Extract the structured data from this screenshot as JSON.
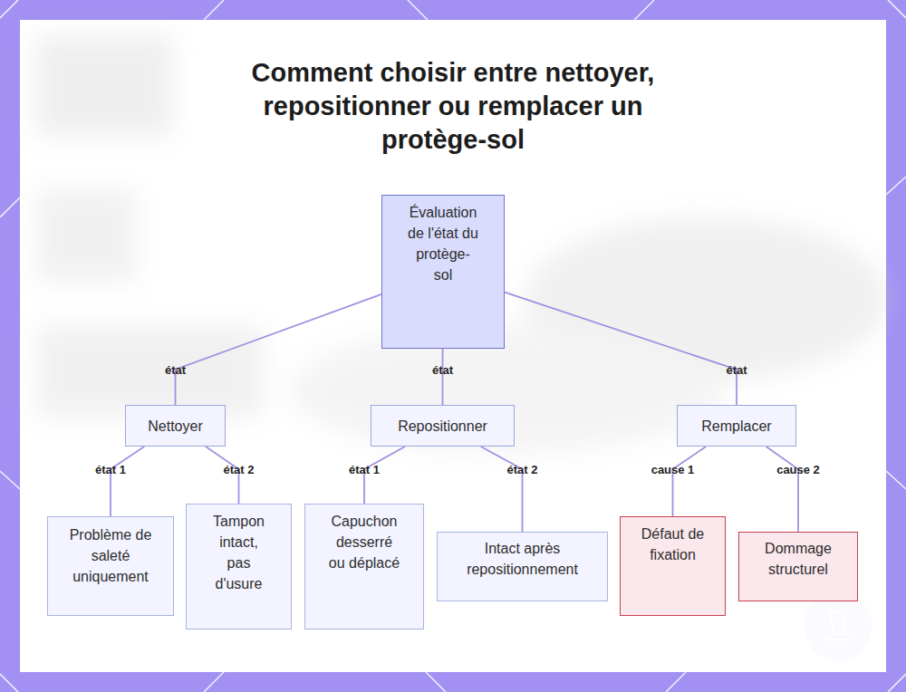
{
  "diagram": {
    "title": "Comment choisir entre nettoyer, repositionner ou remplacer un protège-sol",
    "nodes": [
      {
        "text": [
          "Évaluation de l'état du protège-sol"
        ]
      },
      {
        "text": [
          "Nettoyer"
        ]
      },
      {
        "text": [
          "Repositionner"
        ]
      },
      {
        "text": [
          "Remplacer"
        ]
      },
      {
        "text": [
          "Problème de saleté uniquement"
        ]
      },
      {
        "text": [
          "Tampon intact, pas d'usure"
        ]
      },
      {
        "text": [
          "Capuchon desserré ou déplacé"
        ]
      },
      {
        "text": [
          "Intact après repositionnement"
        ]
      },
      {
        "text": [
          "Défaut de fixation"
        ]
      },
      {
        "text": [
          "Dommage structurel"
        ]
      }
    ],
    "edges": [
      {
        "from": 0,
        "to": 1,
        "arrow": "none",
        "label": "état"
      },
      {
        "from": 0,
        "to": 2,
        "arrow": "none",
        "label": "état"
      },
      {
        "from": 0,
        "to": 3,
        "arrow": "none",
        "label": "état"
      },
      {
        "from": 1,
        "to": 4,
        "arrow": "none",
        "label": "état 1"
      },
      {
        "from": 1,
        "to": 5,
        "arrow": "none",
        "label": "état 2"
      },
      {
        "from": 2,
        "to": 6,
        "arrow": "none",
        "label": "état 1"
      },
      {
        "from": 2,
        "to": 7,
        "arrow": "none",
        "label": "état 2"
      },
      {
        "from": 3,
        "to": 8,
        "arrow": "none",
        "label": "cause 1"
      },
      {
        "from": 3,
        "to": 9,
        "arrow": "none",
        "label": "cause 2"
      }
    ]
  }
}
